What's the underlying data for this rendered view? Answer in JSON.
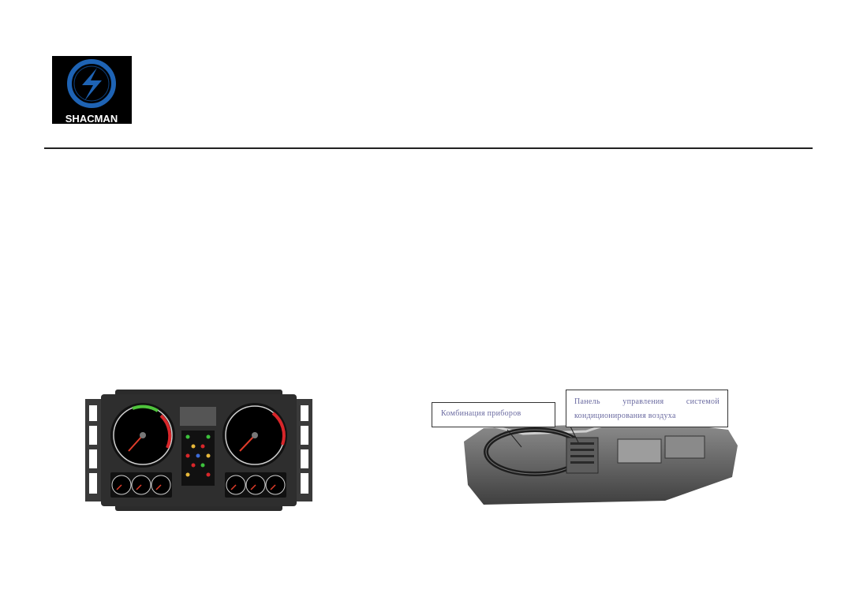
{
  "header": {
    "logo": {
      "brand": "SHACMAN",
      "accent": "#1e63b4",
      "background": "#000000"
    }
  },
  "figures": {
    "cluster_panel": {
      "icon": "instrument-cluster",
      "body_color": "#2b2b2b",
      "redline_color": "#d8262a",
      "green_zone_color": "#4fc43c"
    },
    "cab_photo": {
      "callout_cluster": "Комбинация приборов",
      "callout_ac_line1": "Панель управления системой",
      "callout_ac_line2": "кондиционирования воздуха"
    }
  }
}
